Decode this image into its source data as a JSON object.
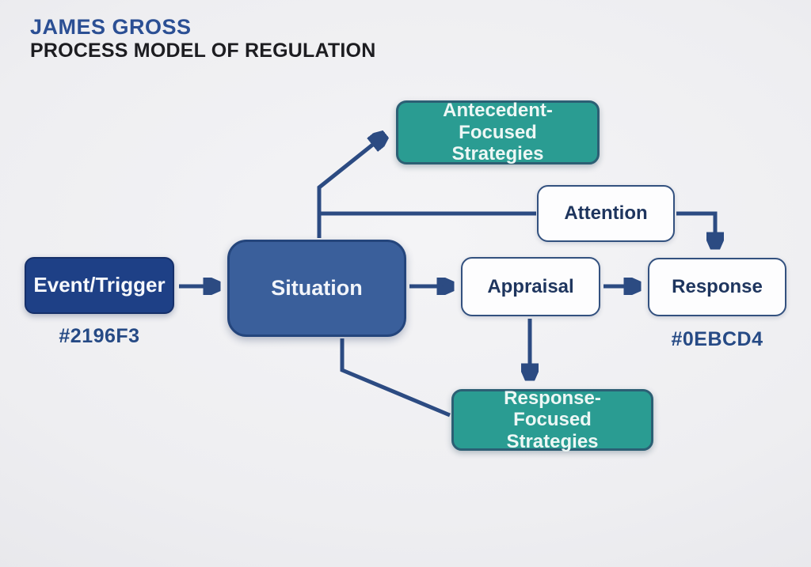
{
  "header": {
    "title_line1": "JAMES GROSS",
    "title_line2": "PROCESS MODEL OF REGULATION"
  },
  "diagram": {
    "nodes": {
      "event_trigger": {
        "label": "Event/Trigger",
        "fill": "#1e4086",
        "caption": "#2196F3"
      },
      "situation": {
        "label": "Situation",
        "fill": "#3a5f9b"
      },
      "antecedent_focused": {
        "label": "Antecedent-Focused Strategies",
        "fill": "#2a9c92"
      },
      "attention": {
        "label": "Attention",
        "fill": "#fdfdfe"
      },
      "appraisal": {
        "label": "Appraisal",
        "fill": "#fdfdfe"
      },
      "response": {
        "label": "Response",
        "fill": "#fdfdfe",
        "caption": "#0EBCD4"
      },
      "response_focused": {
        "label": "Response-Focused Strategies",
        "fill": "#2a9c92"
      }
    },
    "connections": [
      {
        "from": "event_trigger",
        "to": "situation",
        "arrowhead": true
      },
      {
        "from": "situation",
        "to": "antecedent_focused",
        "arrowhead": true
      },
      {
        "from": "situation",
        "to": "attention",
        "arrowhead": false
      },
      {
        "from": "attention",
        "to": "response",
        "arrowhead": true
      },
      {
        "from": "situation",
        "to": "appraisal",
        "arrowhead": true
      },
      {
        "from": "appraisal",
        "to": "response",
        "arrowhead": true
      },
      {
        "from": "appraisal",
        "to": "response_focused",
        "arrowhead": true
      },
      {
        "from": "situation",
        "to": "response_focused",
        "arrowhead": false
      }
    ],
    "colors": {
      "connector": "#2c4b82",
      "navy_box": "#1e4086",
      "blue_box": "#3a5f9b",
      "teal_box": "#2a9c92",
      "outline_box_border": "#33517f",
      "outline_box_text": "#1e355e",
      "title_blue": "#2b4f94",
      "background": "#eeeef1"
    }
  }
}
